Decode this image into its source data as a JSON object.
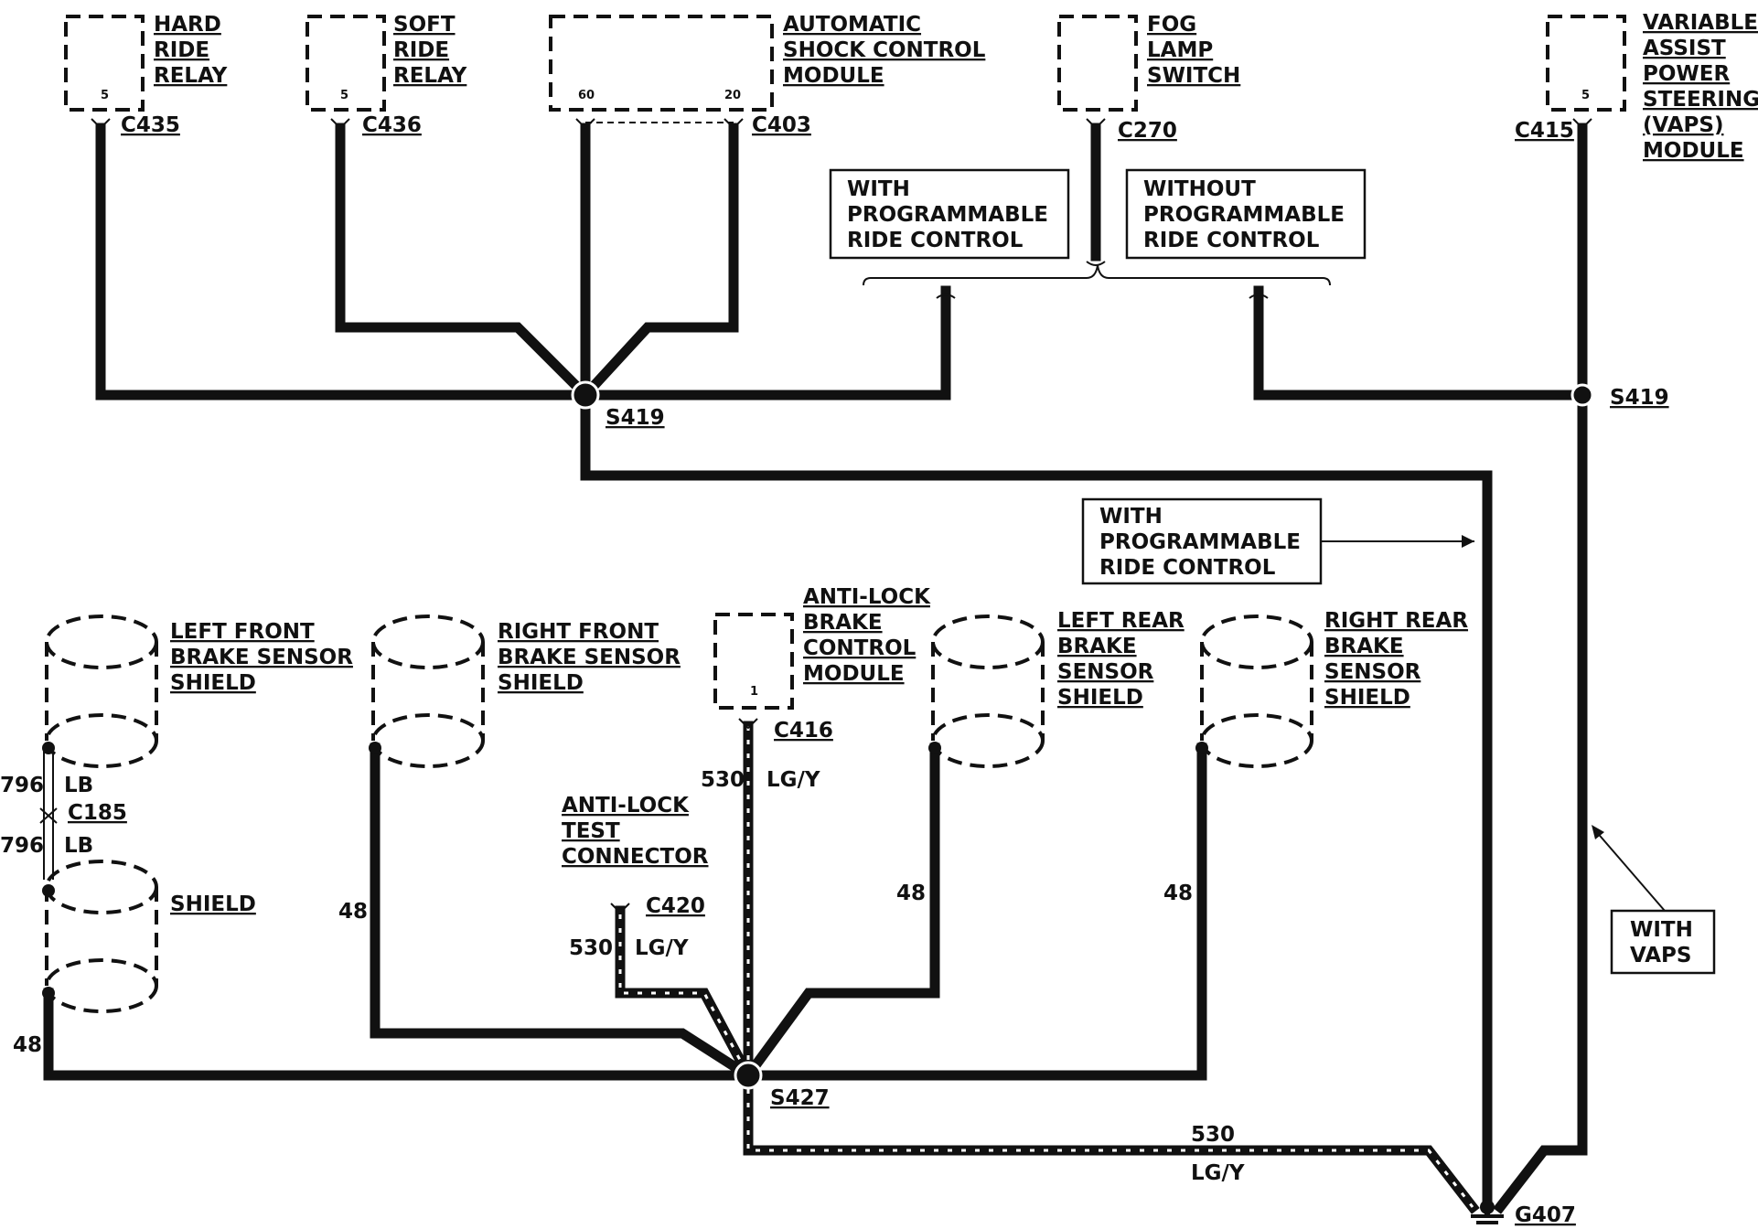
{
  "components": {
    "hard_ride_relay": {
      "lines": [
        "HARD",
        "RIDE",
        "RELAY"
      ],
      "pin": "5",
      "connector": "C435"
    },
    "soft_ride_relay": {
      "lines": [
        "SOFT",
        "RIDE",
        "RELAY"
      ],
      "pin": "5",
      "connector": "C436"
    },
    "shock_module": {
      "lines": [
        "AUTOMATIC",
        "SHOCK CONTROL",
        "MODULE"
      ],
      "pin_a": "60",
      "pin_b": "20",
      "connector": "C403"
    },
    "fog_lamp_switch": {
      "lines": [
        "FOG",
        "LAMP",
        "SWITCH"
      ],
      "connector": "C270"
    },
    "vaps_module": {
      "lines": [
        "VARIABLE",
        "ASSIST",
        "POWER",
        "STEERING",
        "(VAPS)",
        "MODULE"
      ],
      "pin": "5",
      "connector": "C415"
    },
    "abs_module": {
      "lines": [
        "ANTI-LOCK",
        "BRAKE",
        "CONTROL",
        "MODULE"
      ],
      "pin": "1",
      "connector": "C416"
    },
    "lf_sensor": {
      "lines": [
        "LEFT FRONT",
        "BRAKE SENSOR",
        "SHIELD"
      ]
    },
    "rf_sensor": {
      "lines": [
        "RIGHT FRONT",
        "BRAKE SENSOR",
        "SHIELD"
      ]
    },
    "lr_sensor": {
      "lines": [
        "LEFT REAR",
        "BRAKE",
        "SENSOR",
        "SHIELD"
      ]
    },
    "rr_sensor": {
      "lines": [
        "RIGHT REAR",
        "BRAKE",
        "SENSOR",
        "SHIELD"
      ]
    },
    "shield": {
      "lines": [
        "SHIELD"
      ]
    },
    "test_connector": {
      "lines": [
        "ANTI-LOCK",
        "TEST",
        "CONNECTOR"
      ],
      "connector": "C420"
    }
  },
  "notes": {
    "with_prog_top": [
      "WITH",
      "PROGRAMMABLE",
      "RIDE CONTROL"
    ],
    "without_prog": [
      "WITHOUT",
      "PROGRAMMABLE",
      "RIDE CONTROL"
    ],
    "with_prog_mid": [
      "WITH",
      "PROGRAMMABLE",
      "RIDE CONTROL"
    ],
    "with_vaps": [
      "WITH",
      "VAPS"
    ]
  },
  "splices": {
    "s419_left": "S419",
    "s419_right": "S419",
    "s427": "S427"
  },
  "ground": {
    "label": "G407"
  },
  "connectors": {
    "c185": "C185"
  },
  "wires": {
    "lb_top_num": "796",
    "lb_top_color": "LB",
    "lb_bot_num": "796",
    "lb_bot_color": "LB",
    "lf_48": "48",
    "rf_48": "48",
    "lr_48": "48",
    "rr_48": "48",
    "abs_num": "530",
    "abs_color": "LG/Y",
    "test_num": "530",
    "test_color": "LG/Y",
    "gnd_num": "530",
    "gnd_color": "LG/Y"
  },
  "colors": {
    "ink": "#111111",
    "background": "#ffffff"
  }
}
